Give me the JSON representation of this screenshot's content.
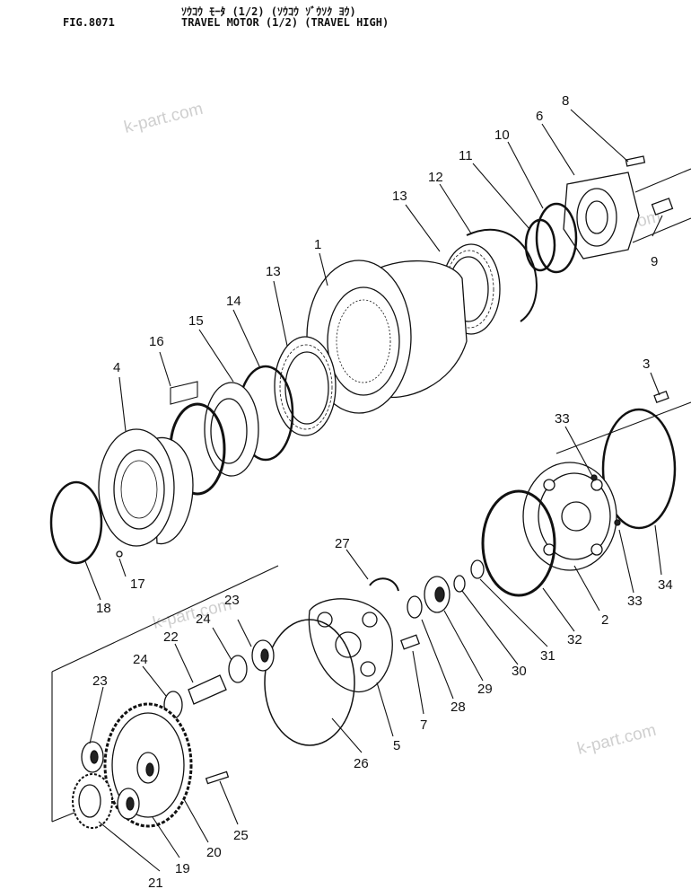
{
  "header": {
    "fig_code": "FIG.8071",
    "title_jp": "ｿｳｺｳ ﾓｰﾀ (1/2) (ｿｳｺｳ ｿﾞｳｿｸ ﾖｳ)",
    "title_en": "TRAVEL MOTOR (1/2) (TRAVEL HIGH)"
  },
  "watermark": "k-part.com",
  "callouts": [
    "1",
    "2",
    "3",
    "4",
    "5",
    "6",
    "7",
    "8",
    "9",
    "10",
    "11",
    "12",
    "13",
    "13",
    "14",
    "15",
    "16",
    "17",
    "18",
    "19",
    "20",
    "21",
    "22",
    "23",
    "23",
    "24",
    "24",
    "25",
    "26",
    "27",
    "28",
    "29",
    "30",
    "31",
    "32",
    "33",
    "33",
    "34"
  ]
}
